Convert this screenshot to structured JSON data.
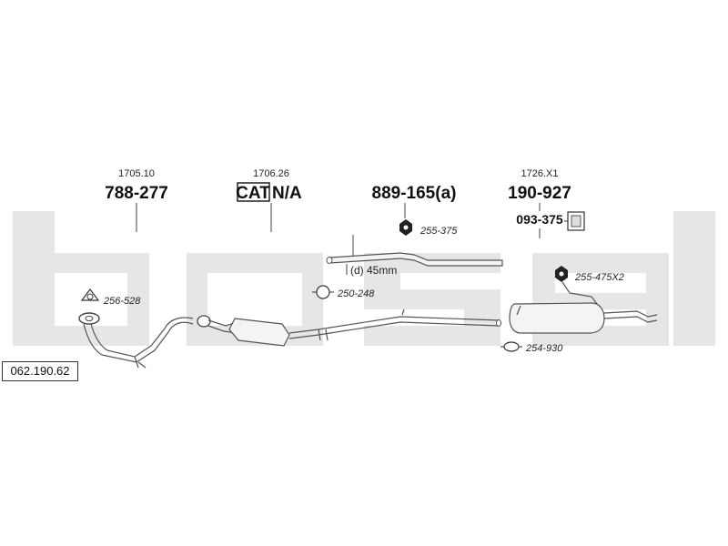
{
  "brand_watermark": "bosal",
  "catalog_number": "062.190.62",
  "parts": [
    {
      "ref": "1705.10",
      "part_number": "788-277"
    },
    {
      "ref": "1706.26",
      "part_number": "CAT",
      "note": "N/A"
    },
    {
      "ref": "",
      "part_number": "889-165(a)"
    },
    {
      "ref": "1726.X1",
      "part_number": "190-927"
    }
  ],
  "secondary_part": "093-375",
  "pipe_diameter": "(d) 45mm",
  "accessories": [
    "256-528",
    "250-248",
    "255-375",
    "255-475X2",
    "254-930"
  ],
  "colors": {
    "watermark": "#e6e6e6",
    "line": "#444444"
  }
}
